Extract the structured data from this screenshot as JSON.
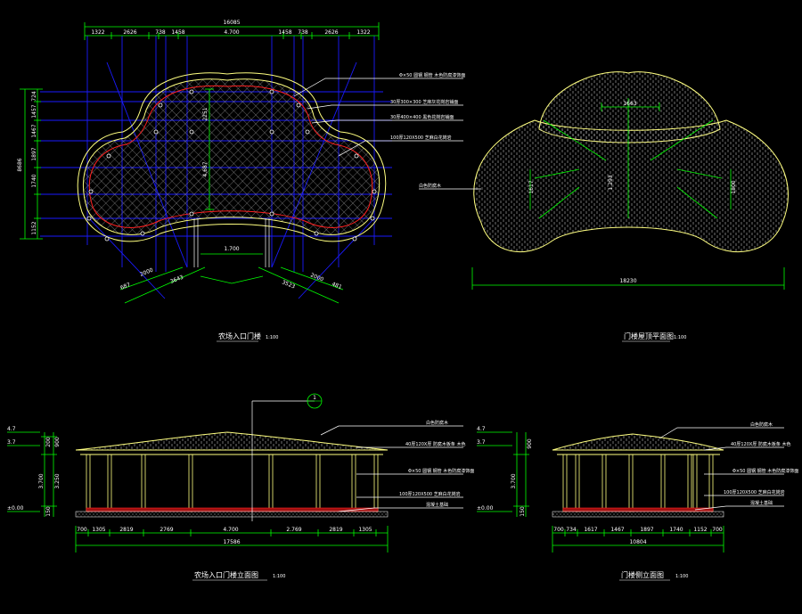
{
  "colors": {
    "background": "#000000",
    "dimension": "#00ff00",
    "text": "#ffffff",
    "grid": "#1a1aff",
    "outline": "#ffff80",
    "accent": "#ff2020"
  },
  "plan": {
    "title": "农场入口门楼",
    "scale": "1:100",
    "overall_width": "16085",
    "top_dims": [
      "1322",
      "2626",
      "738",
      "1458",
      "4.700",
      "1458",
      "738",
      "2626",
      "1322"
    ],
    "left_dims": [
      "724",
      "1457",
      "1467",
      "1897",
      "1740",
      "1152"
    ],
    "left_total": "8686",
    "inner_dims": [
      "2251",
      "4.687"
    ],
    "bottom_dims": [
      "3643",
      "3523",
      "2000",
      "2000",
      "687",
      "481",
      "1.700"
    ],
    "notes": [
      "Φ×50 圆钢 钢管 木色防腐漆饰面",
      "30厚300×300 芝麻灰花岗岩铺面",
      "30厚400×400 黑色花岗岩铺面",
      "100厚120X500 芝麻白花岗岩"
    ]
  },
  "roof_plan": {
    "title": "门楼屋顶平面图",
    "scale": "1:100",
    "overall_width": "18230",
    "dims": [
      "1663",
      "1.293",
      "1617",
      "1800"
    ],
    "note": "白色防腐木"
  },
  "front_elevation": {
    "title": "农场入口门楼立面图",
    "scale": "1:100",
    "levels": [
      "4.7",
      "3.7",
      "±0.00"
    ],
    "height_dims": [
      "200",
      "900",
      "3.250",
      "3.700",
      "150"
    ],
    "bottom_dims": [
      "700",
      "1305",
      "2819",
      "2769",
      "4.700",
      "2.769",
      "2819",
      "1305"
    ],
    "overall_width": "17586",
    "section_mark": "1",
    "notes": [
      "白色防腐木",
      "40厚120X厚 防腐木板条 木色",
      "Φ×50 圆钢 钢管 木色防腐漆饰面",
      "100厚120X500 芝麻白花岗岩",
      "混凝土基础"
    ]
  },
  "side_elevation": {
    "title": "门楼侧立面图",
    "scale": "1:100",
    "levels": [
      "4.7",
      "3.7",
      "±0.00"
    ],
    "height_dims": [
      "900",
      "3.700",
      "150"
    ],
    "bottom_dims": [
      "700",
      "734",
      "1617",
      "1467",
      "1897",
      "1740",
      "1152",
      "700"
    ],
    "overall_width": "10804",
    "notes": [
      "白色防腐木",
      "40厚120X厚 防腐木板条 木色",
      "Φ×50 圆钢 钢管 木色防腐漆饰面",
      "100厚120X500 芝麻白花岗岩",
      "混凝土基础"
    ]
  }
}
